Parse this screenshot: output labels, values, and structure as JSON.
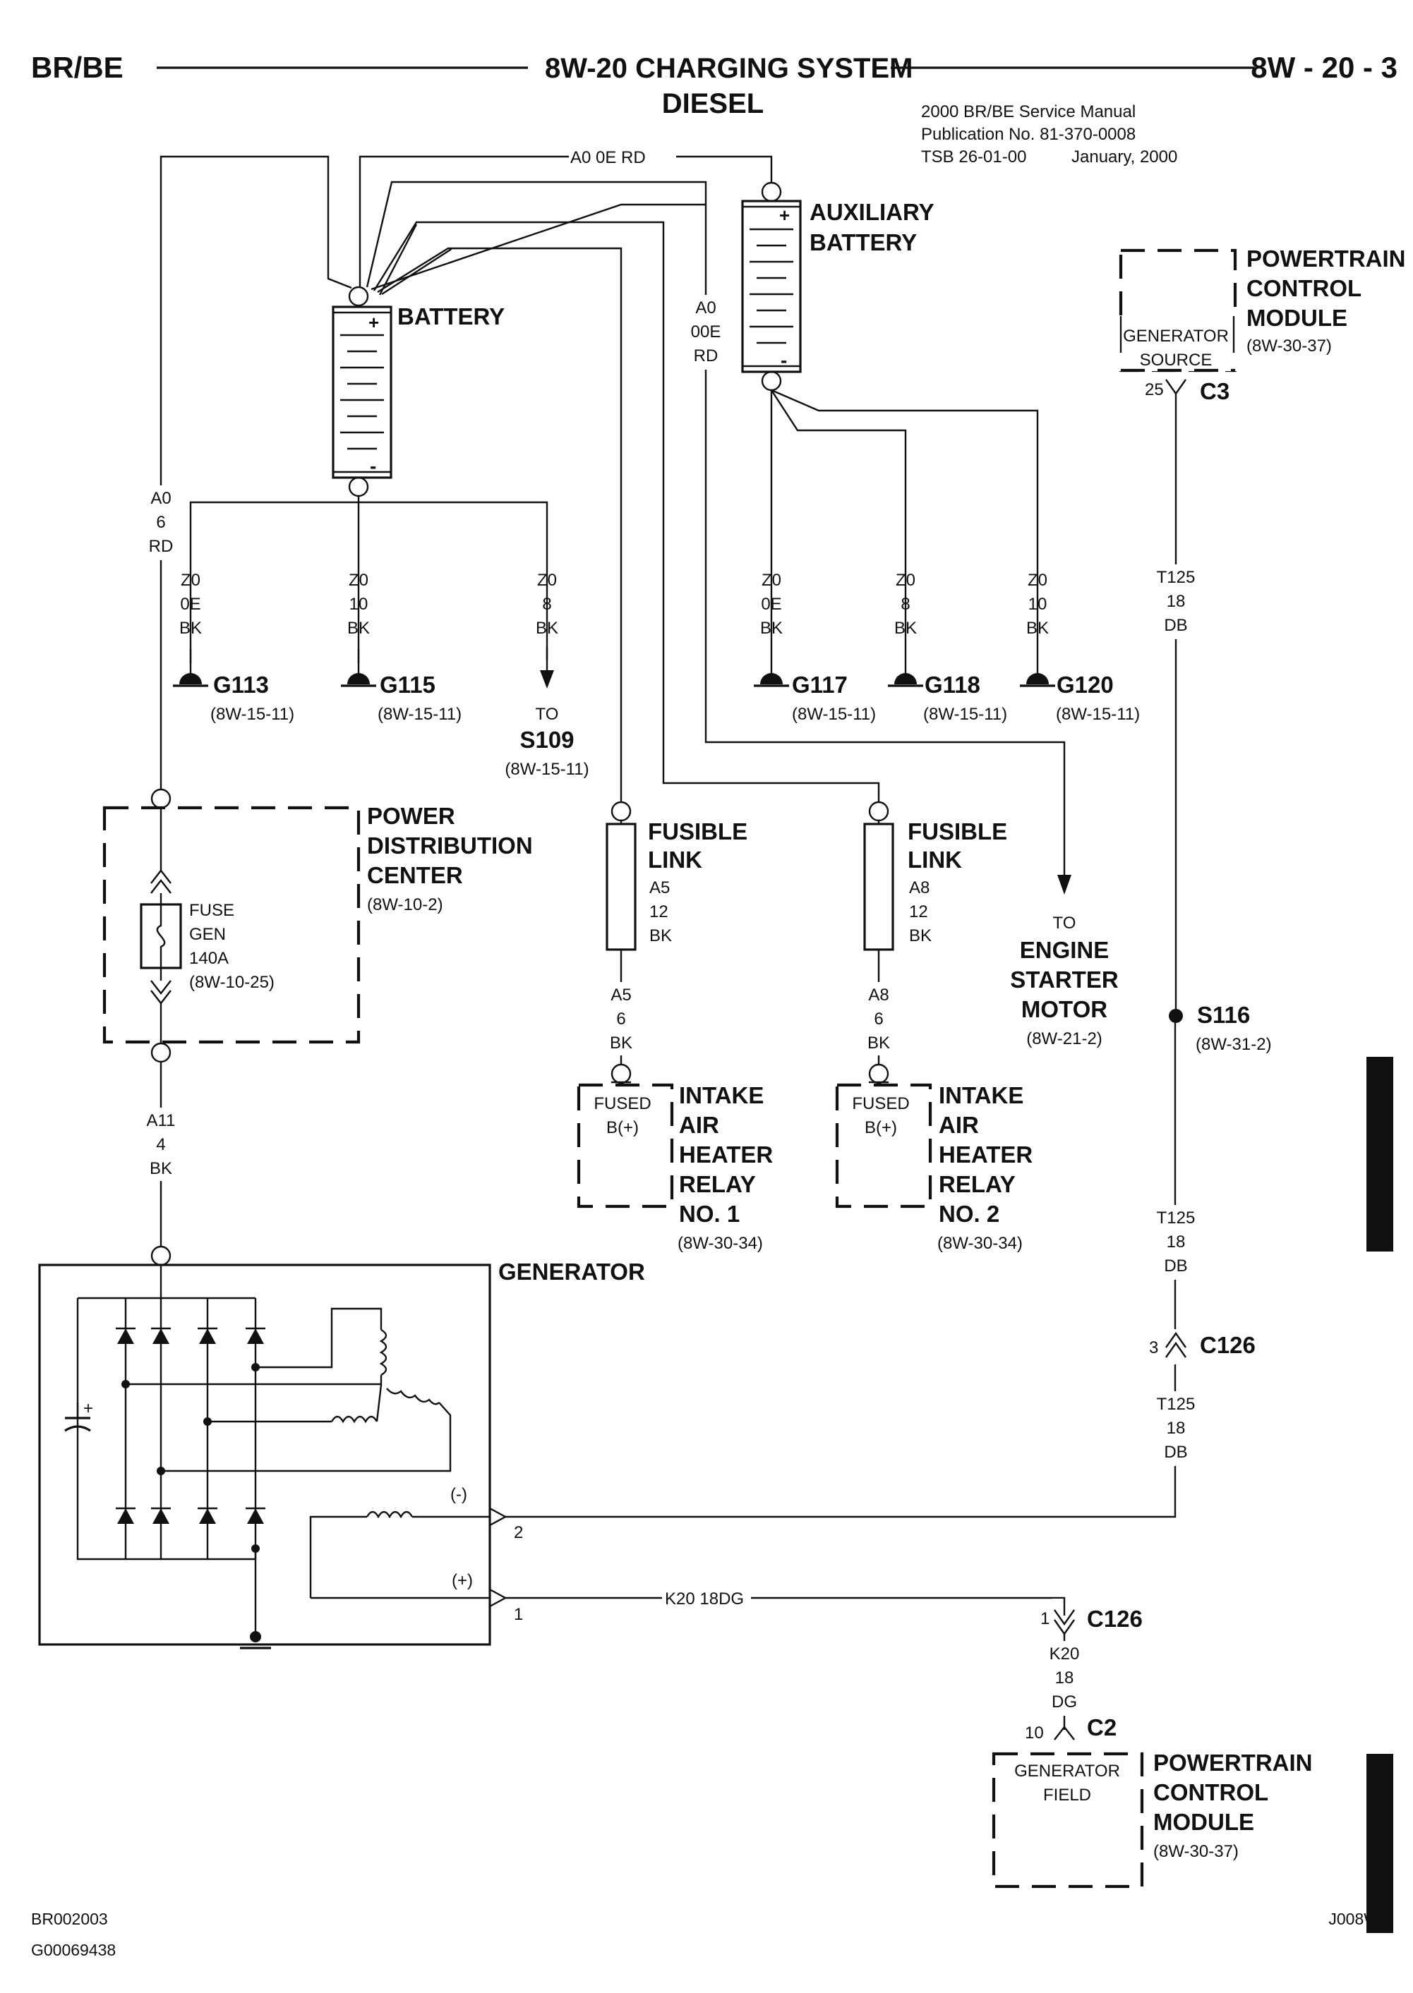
{
  "header": {
    "left": "BR/BE",
    "title": "8W-20 CHARGING SYSTEM",
    "subtitle": "DIESEL",
    "page": "8W - 20 - 3",
    "manual": "2000 BR/BE Service Manual",
    "publication": "Publication No. 81-370-0008",
    "tsb": "TSB 26-01-00",
    "date": "January, 2000"
  },
  "footer": {
    "left_code": "BR002003",
    "left_code2": "G00069438",
    "right_code": "J008W-9"
  },
  "wires": {
    "a0_top": "A0  0E RD",
    "a0_mid": [
      "A0",
      "00E",
      "RD"
    ],
    "a0_left": [
      "A0",
      "6",
      "RD"
    ],
    "z0_0e": [
      "Z0",
      "0E",
      "BK"
    ],
    "z0_10": [
      "Z0",
      "10",
      "BK"
    ],
    "z0_8": [
      "Z0",
      "8",
      "BK"
    ],
    "a11": [
      "A11",
      "4",
      "BK"
    ],
    "a5": [
      "A5",
      "6",
      "BK"
    ],
    "a8": [
      "A8",
      "6",
      "BK"
    ],
    "t125": [
      "T125",
      "18",
      "DB"
    ],
    "k20_h": "K20 18DG",
    "k20_v": [
      "K20",
      "18",
      "DG"
    ]
  },
  "components": {
    "battery": "BATTERY",
    "aux_battery": [
      "AUXILIARY",
      "BATTERY"
    ],
    "pcm_label": [
      "POWERTRAIN",
      "CONTROL",
      "MODULE"
    ],
    "pcm_ref": "(8W-30-37)",
    "gen_source": [
      "GENERATOR",
      "SOURCE"
    ],
    "gen_field": [
      "GENERATOR",
      "FIELD"
    ],
    "pdc": [
      "POWER",
      "DISTRIBUTION",
      "CENTER"
    ],
    "pdc_ref": "(8W-10-2)",
    "fuse": [
      "FUSE",
      "GEN",
      "140A",
      "(8W-10-25)"
    ],
    "fusible_link": [
      "FUSIBLE",
      "LINK"
    ],
    "fl1_wire": [
      "A5",
      "12",
      "BK"
    ],
    "fl2_wire": [
      "A8",
      "12",
      "BK"
    ],
    "starter": [
      "TO",
      "ENGINE",
      "STARTER",
      "MOTOR",
      "(8W-21-2)"
    ],
    "relay1": [
      "INTAKE",
      "AIR",
      "HEATER",
      "RELAY",
      "NO. 1",
      "(8W-30-34)"
    ],
    "relay2": [
      "INTAKE",
      "AIR",
      "HEATER",
      "RELAY",
      "NO. 2",
      "(8W-30-34)"
    ],
    "fused": [
      "FUSED",
      "B(+)"
    ],
    "generator": "GENERATOR",
    "to_s109": [
      "TO",
      "S109",
      "(8W-15-11)"
    ],
    "plus": "+",
    "minus": "-"
  },
  "grounds": [
    {
      "id": "G113",
      "ref": "(8W-15-11)"
    },
    {
      "id": "G115",
      "ref": "(8W-15-11)"
    },
    {
      "id": "G117",
      "ref": "(8W-15-11)"
    },
    {
      "id": "G118",
      "ref": "(8W-15-11)"
    },
    {
      "id": "G120",
      "ref": "(8W-15-11)"
    }
  ],
  "connectors": {
    "c3": {
      "name": "C3",
      "pin": "25"
    },
    "s116": {
      "name": "S116",
      "ref": "(8W-31-2)"
    },
    "c126_upper": {
      "name": "C126",
      "pin": "3"
    },
    "c126_lower": {
      "name": "C126",
      "pin": "1"
    },
    "c2": {
      "name": "C2",
      "pin": "10"
    },
    "gen_neg": {
      "sign": "(-)",
      "pin": "2"
    },
    "gen_pos": {
      "sign": "(+)",
      "pin": "1"
    }
  }
}
